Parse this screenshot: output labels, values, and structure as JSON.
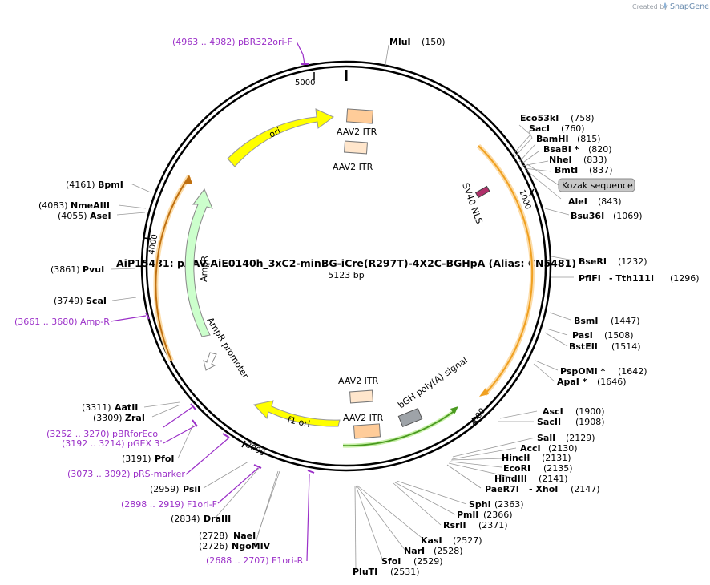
{
  "branding": {
    "created_by": "Created by",
    "app": "SnapGene"
  },
  "map": {
    "title": "AiP15481: pAAV-AiE0140h_3xC2-minBG-iCre(R297T)-4X2C-BGHpA (Alias: CN5481)",
    "length": "5123 bp",
    "ticks": [
      "1000",
      "2000",
      "3000",
      "4000",
      "5000"
    ]
  },
  "features": {
    "ori": "ori",
    "itr_top_1": "AAV2 ITR",
    "itr_top_2": "AAV2 ITR",
    "sv40": "SV40 NLS",
    "ampr": "AmpR",
    "ampr_promoter": "AmpR promoter",
    "itr_bot_1": "AAV2 ITR",
    "itr_bot_2": "AAV2 ITR",
    "f1ori": "f1 ori",
    "bgh": "bGH poly(A) signal",
    "kozak": "Kozak sequence"
  },
  "sites": {
    "mlui": {
      "name": "MluI",
      "pos": "(150)"
    },
    "eco53ki": {
      "name": "Eco53kI",
      "pos": "(758)"
    },
    "saci": {
      "name": "SacI",
      "pos": "(760)"
    },
    "bamhi": {
      "name": "BamHI",
      "pos": "(815)"
    },
    "bsabi": {
      "name": "BsaBI *",
      "pos": "(820)"
    },
    "nhei": {
      "name": "NheI",
      "pos": "(833)"
    },
    "bmti": {
      "name": "BmtI",
      "pos": "(837)"
    },
    "alei": {
      "name": "AleI",
      "pos": "(843)"
    },
    "bsu36i": {
      "name": "Bsu36I",
      "pos": "(1069)"
    },
    "bseri": {
      "name": "BseRI",
      "pos": "(1232)"
    },
    "pflfi": {
      "name": "PflFI",
      "pos": "(1296)"
    },
    "tth111i": {
      "name": "- Tth111I",
      "pos": ""
    },
    "bsmi": {
      "name": "BsmI",
      "pos": "(1447)"
    },
    "pasi": {
      "name": "PasI",
      "pos": "(1508)"
    },
    "bsteii": {
      "name": "BstEII",
      "pos": "(1514)"
    },
    "pspomi": {
      "name": "PspOMI *",
      "pos": "(1642)"
    },
    "apai": {
      "name": "ApaI *",
      "pos": "(1646)"
    },
    "asci": {
      "name": "AscI",
      "pos": "(1900)"
    },
    "sacii": {
      "name": "SacII",
      "pos": "(1908)"
    },
    "sali": {
      "name": "SalI",
      "pos": "(2129)"
    },
    "acci": {
      "name": "AccI",
      "pos": "(2130)"
    },
    "hincii": {
      "name": "HincII",
      "pos": "(2131)"
    },
    "ecori": {
      "name": "EcoRI",
      "pos": "(2135)"
    },
    "hindiii": {
      "name": "HindIII",
      "pos": "(2141)"
    },
    "paer7i": {
      "name": "PaeR7I",
      "pos": ""
    },
    "xhoi": {
      "name": "- XhoI",
      "pos": "(2147)"
    },
    "sphi": {
      "name": "SphI",
      "pos": "(2363)"
    },
    "pmli": {
      "name": "PmlI",
      "pos": "(2366)"
    },
    "rsrii": {
      "name": "RsrII",
      "pos": "(2371)"
    },
    "kasi": {
      "name": "KasI",
      "pos": "(2527)"
    },
    "nari": {
      "name": "NarI",
      "pos": "(2528)"
    },
    "sfoi": {
      "name": "SfoI",
      "pos": "(2529)"
    },
    "plut1": {
      "name": "PluTI",
      "pos": "(2531)"
    },
    "ngomiv": {
      "name": "NgoMIV",
      "pos": "(2726)"
    },
    "naei": {
      "name": "NaeI",
      "pos": "(2728)"
    },
    "draiii": {
      "name": "DraIII",
      "pos": "(2834)"
    },
    "psii": {
      "name": "PsiI",
      "pos": "(2959)"
    },
    "pfoi": {
      "name": "PfoI",
      "pos": "(3191)"
    },
    "zrai": {
      "name": "ZraI",
      "pos": "(3309)"
    },
    "aatii": {
      "name": "AatII",
      "pos": "(3311)"
    },
    "scai": {
      "name": "ScaI",
      "pos": "(3749)"
    },
    "pvui": {
      "name": "PvuI",
      "pos": "(3861)"
    },
    "asei": {
      "name": "AseI",
      "pos": "(4055)"
    },
    "nmeaiii": {
      "name": "NmeAIII",
      "pos": "(4083)"
    },
    "bpmi": {
      "name": "BpmI",
      "pos": "(4161)"
    }
  },
  "primers": {
    "pbr322ori": "(4963 .. 4982)  pBR322ori-F",
    "ampr": "(3661 .. 3680)  Amp-R",
    "pbrforeco": "(3252 .. 3270)  pBRforEco",
    "pgex3": "(3192 .. 3214)  pGEX 3'",
    "prsmarker": "(3073 .. 3092)  pRS-marker",
    "f1orif": "(2898 .. 2919)  F1ori-F",
    "f1orir": "(2688 .. 2707)  F1ori-R"
  },
  "colors": {
    "purple": "#9b30c8",
    "ori_yellow": "#ffff00",
    "itr_peach": "#ffcc99",
    "ampr_green": "#ccffcc",
    "orange_track": "#f5a623",
    "bgh_green": "#66cc33",
    "sv40_magenta": "#b0306a"
  }
}
